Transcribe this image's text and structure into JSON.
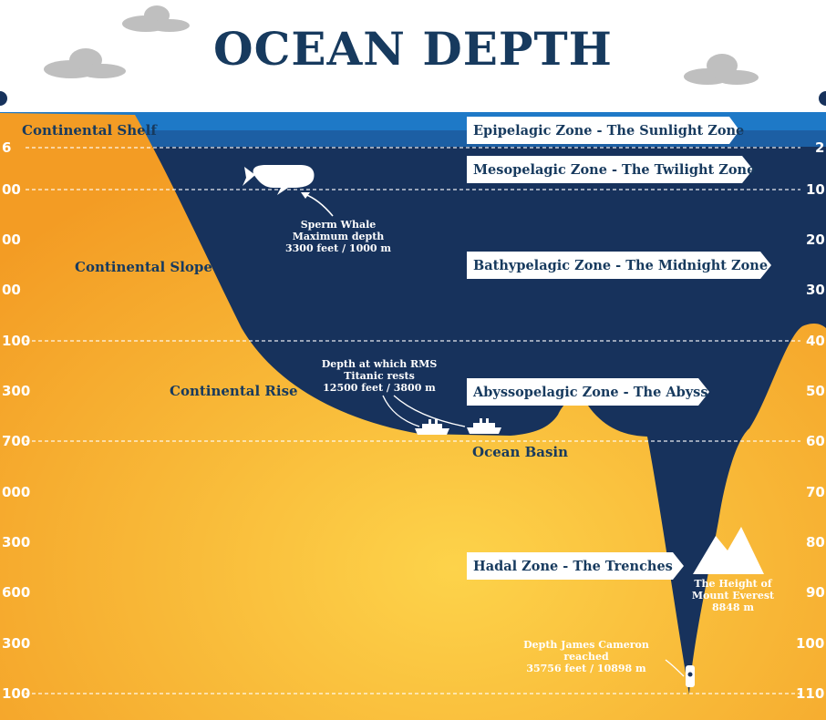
{
  "title": "OCEAN DEPTH",
  "colors": {
    "ocean": "#17325c",
    "surface": "#1e79c7",
    "land": "#f4a52a",
    "text": "#173a5e",
    "white": "#ffffff"
  },
  "terrain_labels": {
    "shelf": "Continental Shelf",
    "slope": "Continental Slope",
    "rise": "Continental Rise",
    "basin": "Ocean Basin"
  },
  "zones": [
    {
      "label": "Epipelagic Zone - The Sunlight Zone"
    },
    {
      "label": "Mesopelagic Zone -  The Twilight Zone"
    },
    {
      "label": "Bathypelagic Zone -  The Midnight Zone"
    },
    {
      "label": "Abyssopelagic Zone -  The Abyss"
    },
    {
      "label": "Hadal Zone -  The Trenches"
    }
  ],
  "annotations": {
    "whale": [
      "Sperm Whale",
      "Maximum depth",
      "3300 feet / 1000 m"
    ],
    "titanic": [
      "Depth at which RMS",
      "Titanic rests",
      "12500 feet / 3800 m"
    ],
    "everest": [
      "The Height of",
      "Mount Everest",
      "8848 m"
    ],
    "cameron": [
      "Depth James Cameron reached",
      "35756 feet / 10898 m"
    ]
  },
  "left_depth_labels": [
    "6",
    "00",
    "00",
    "00",
    "100",
    "300",
    "700",
    "000",
    "300",
    "600",
    "300",
    "100"
  ],
  "right_depth_labels": [
    "2",
    "10",
    "20",
    "30",
    "40",
    "50",
    "60",
    "70",
    "80",
    "90",
    "100",
    "110"
  ]
}
